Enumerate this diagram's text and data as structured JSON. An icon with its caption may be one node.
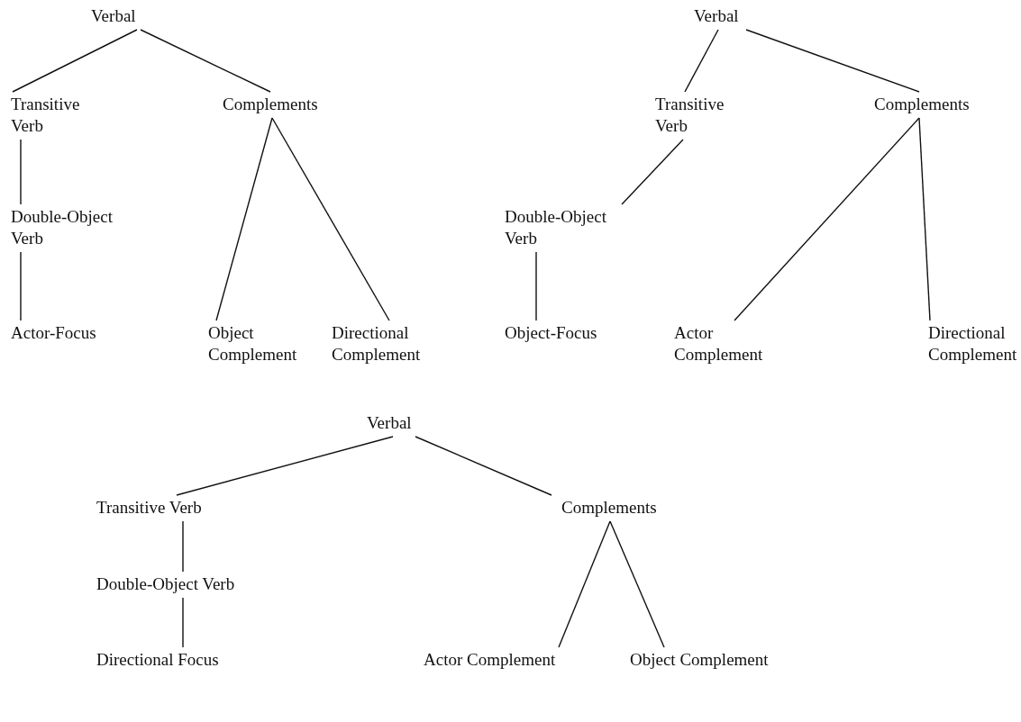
{
  "diagram": {
    "nodes": [
      {
        "text": [
          "Verbal"
        ]
      },
      {
        "text": [
          "Transitive Verb"
        ]
      },
      {
        "text": [
          "Complements"
        ]
      },
      {
        "text": [
          "Double-Object Verb"
        ]
      },
      {
        "text": [
          "Actor-Focus"
        ]
      },
      {
        "text": [
          "Object Complement"
        ]
      },
      {
        "text": [
          "Directional Complement"
        ]
      },
      {
        "text": [
          "Verbal"
        ]
      },
      {
        "text": [
          "Transitive Verb"
        ]
      },
      {
        "text": [
          "Complements"
        ]
      },
      {
        "text": [
          "Double-Object Verb"
        ]
      },
      {
        "text": [
          "Object-Focus"
        ]
      },
      {
        "text": [
          "Actor Complement"
        ]
      },
      {
        "text": [
          "Directional Complement"
        ]
      },
      {
        "text": [
          "Verbal"
        ]
      },
      {
        "text": [
          "Transitive Verb"
        ]
      },
      {
        "text": [
          "Complements"
        ]
      },
      {
        "text": [
          "Double-Object Verb"
        ]
      },
      {
        "text": [
          "Directional Focus"
        ]
      },
      {
        "text": [
          "Actor Complement"
        ]
      },
      {
        "text": [
          "Object Complement"
        ]
      }
    ],
    "edges": [
      {
        "from": 0,
        "to": 1,
        "arrow": "none"
      },
      {
        "from": 0,
        "to": 2,
        "arrow": "none"
      },
      {
        "from": 1,
        "to": 3,
        "arrow": "none"
      },
      {
        "from": 3,
        "to": 4,
        "arrow": "none"
      },
      {
        "from": 2,
        "to": 5,
        "arrow": "none"
      },
      {
        "from": 2,
        "to": 6,
        "arrow": "none"
      },
      {
        "from": 7,
        "to": 8,
        "arrow": "none"
      },
      {
        "from": 7,
        "to": 9,
        "arrow": "none"
      },
      {
        "from": 8,
        "to": 10,
        "arrow": "none"
      },
      {
        "from": 10,
        "to": 11,
        "arrow": "none"
      },
      {
        "from": 9,
        "to": 12,
        "arrow": "none"
      },
      {
        "from": 9,
        "to": 13,
        "arrow": "none"
      },
      {
        "from": 14,
        "to": 15,
        "arrow": "none"
      },
      {
        "from": 14,
        "to": 16,
        "arrow": "none"
      },
      {
        "from": 15,
        "to": 17,
        "arrow": "none"
      },
      {
        "from": 17,
        "to": 18,
        "arrow": "none"
      },
      {
        "from": 16,
        "to": 19,
        "arrow": "none"
      },
      {
        "from": 16,
        "to": 20,
        "arrow": "none"
      }
    ]
  }
}
